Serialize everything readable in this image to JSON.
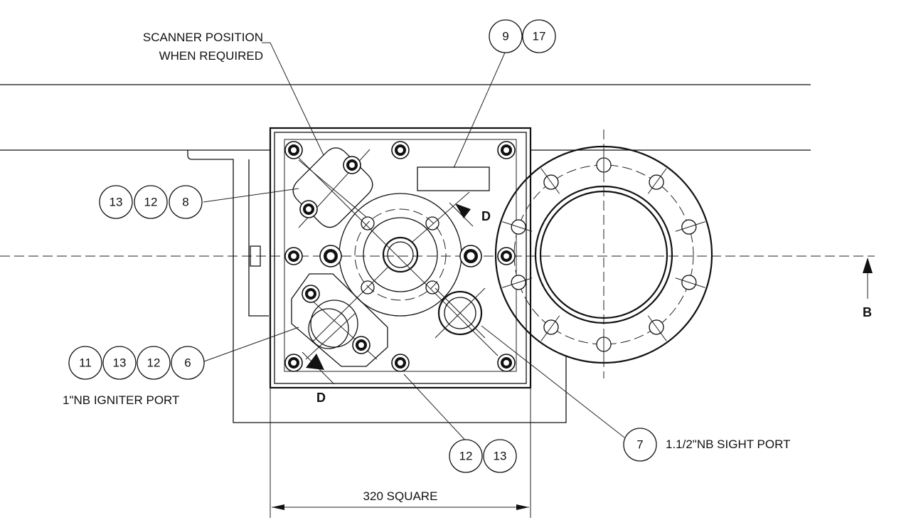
{
  "labels": {
    "scanner_line1": "SCANNER POSITION",
    "scanner_line2": "WHEN REQUIRED",
    "igniter": "1\"NB IGNITER PORT",
    "sight": "1.1/2\"NB SIGHT PORT",
    "dimension": "320 SQUARE",
    "section_d_top": "D",
    "section_d_bottom": "D",
    "view_b": "B"
  },
  "bubbles": {
    "top": [
      "9",
      "17"
    ],
    "left_upper": [
      "13",
      "12",
      "8"
    ],
    "left_lower": [
      "11",
      "13",
      "12",
      "6"
    ],
    "bottom": [
      "12",
      "13"
    ],
    "sight": [
      "7"
    ]
  }
}
